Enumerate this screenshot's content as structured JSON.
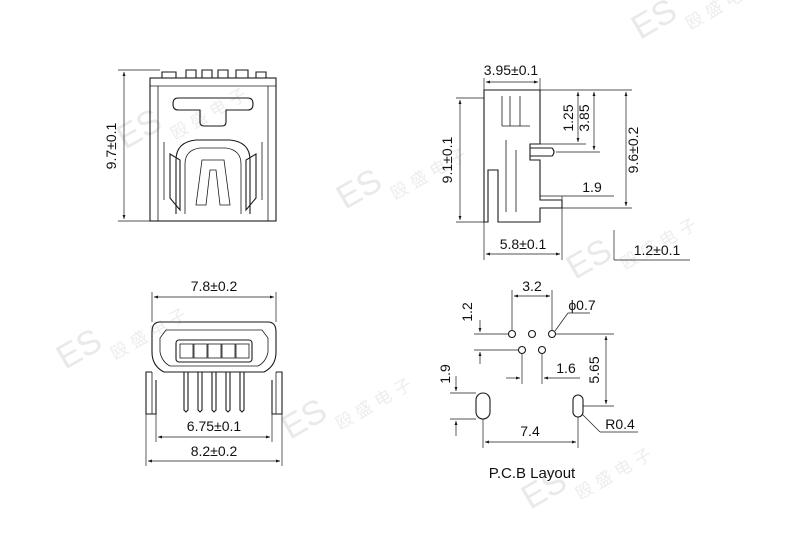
{
  "watermark": {
    "brand": "ES",
    "cjk": "殴 盛 电 子"
  },
  "top_left": {
    "height": "9.7±0.1"
  },
  "top_right": {
    "width_top": "3.95±0.1",
    "pin_gap": "1.25",
    "pin_height": "3.85",
    "body_height": "9.1±0.1",
    "total_height": "9.6±0.2",
    "pin_length": "1.9",
    "base_width": "5.8±0.1",
    "base_offset": "1.2±0.1"
  },
  "bottom_left": {
    "width_top": "7.8±0.2",
    "pin_span": "6.75±0.1",
    "width_bottom": "8.2±0.2"
  },
  "pcb": {
    "pitch_top": "3.2",
    "hole_dia": "ϕ0.7",
    "row_gap": "1.2",
    "slot_len": "1.9",
    "pin_offset": "1.6",
    "to_slot": "5.65",
    "slot_span": "7.4",
    "radius": "R0.4",
    "caption": "P.C.B Layout"
  }
}
